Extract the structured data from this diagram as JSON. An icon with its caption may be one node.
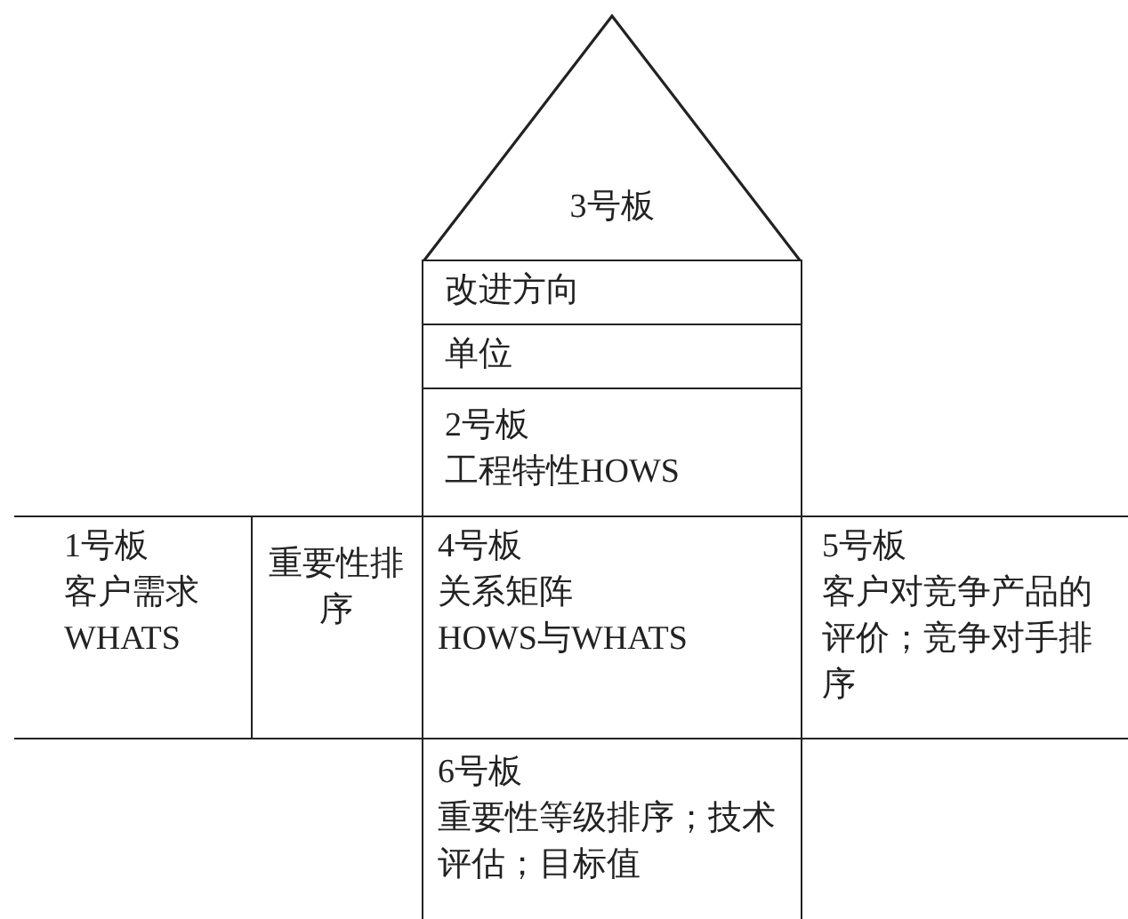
{
  "diagram": {
    "nodes": [
      {
        "text": [
          "3号板"
        ]
      },
      {
        "text": [
          "改进方向"
        ]
      },
      {
        "text": [
          "单位"
        ]
      },
      {
        "text": [
          "2号板",
          "工程特性HOWS"
        ]
      },
      {
        "text": [
          "1号板",
          "客户需求",
          "WHATS"
        ]
      },
      {
        "text": [
          "重要性排序"
        ]
      },
      {
        "text": [
          "4号板",
          "关系矩阵",
          "HOWS与WHATS"
        ]
      },
      {
        "text": [
          "5号板",
          "客户对竞争产品的评价；竞争对手排序"
        ]
      },
      {
        "text": [
          "6号板",
          "重要性等级排序；技术评估；目标值"
        ]
      }
    ]
  }
}
